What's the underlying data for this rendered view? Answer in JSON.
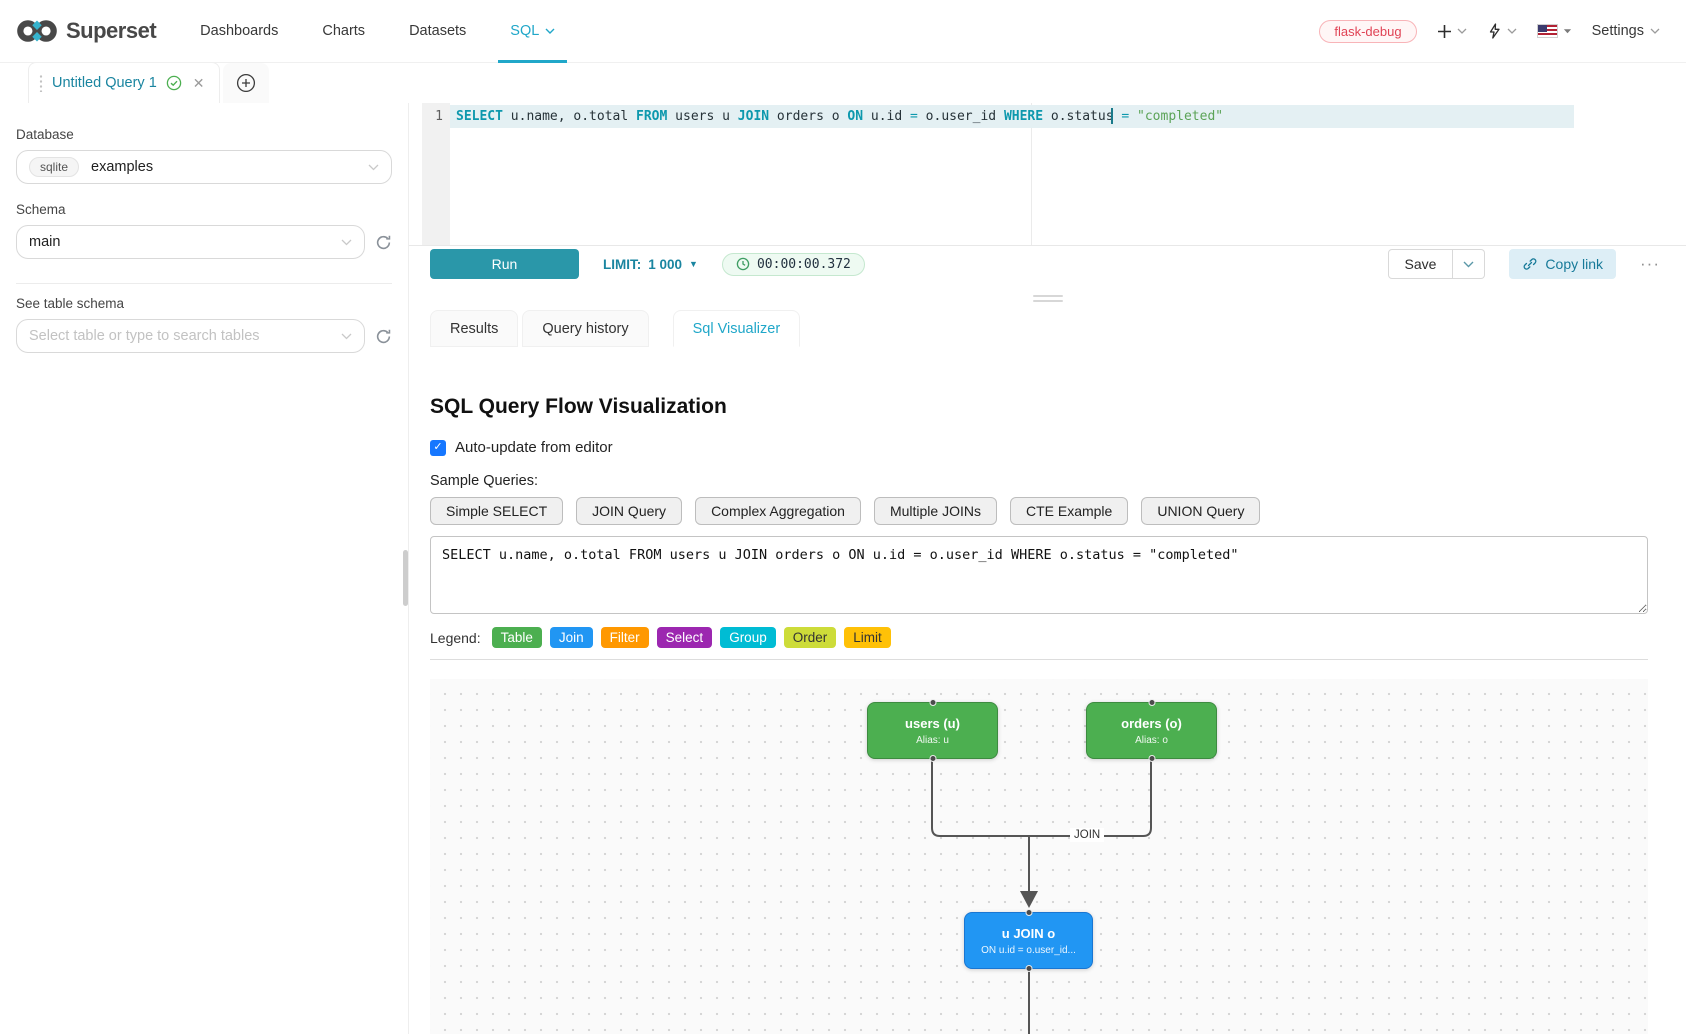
{
  "colors": {
    "accent": "#20a7c9",
    "accent_dark": "#1a85a0",
    "env_badge": "#e04355",
    "run_button": "#2a97a9",
    "timer_green": "#3e9d63",
    "checkbox_blue": "#1677ff"
  },
  "icons": {
    "logo": "superset-infinity-icon",
    "nav_caret": "chevron-down-icon",
    "plus": "plus-icon",
    "bolt": "lightning-icon",
    "flag": "us-flag-icon",
    "tab_drag": "drag-dots-icon",
    "tab_status": "check-circle-icon",
    "tab_close": "x-icon",
    "add_tab": "plus-circle-icon",
    "select_caret": "chevron-down-icon",
    "refresh": "refresh-icon",
    "timer_clock": "clock-icon",
    "limit_caret": "caret-down-icon",
    "save_caret": "chevron-down-icon",
    "copy_link": "link-icon",
    "more": "ellipsis-icon",
    "pane_grip": "drag-handle-icon"
  },
  "navbar": {
    "brand": "Superset",
    "items": [
      {
        "label": "Dashboards"
      },
      {
        "label": "Charts"
      },
      {
        "label": "Datasets"
      },
      {
        "label": "SQL",
        "active": true,
        "cls": "has-caret"
      }
    ],
    "env_badge": "flask-debug",
    "settings_label": "Settings"
  },
  "tabbar": {
    "title": "Untitled Query 1"
  },
  "sidebar": {
    "database_label": "Database",
    "database_engine": "sqlite",
    "database_value": "examples",
    "schema_label": "Schema",
    "schema_value": "main",
    "table_label": "See table schema",
    "table_placeholder": "Select table or type to search tables"
  },
  "editor": {
    "line_number": "1",
    "tokens": [
      {
        "text": "SELECT",
        "type": "kw"
      },
      {
        "text": " u.name, o.total ",
        "type": "id"
      },
      {
        "text": "FROM",
        "type": "kw"
      },
      {
        "text": " users u ",
        "type": "id"
      },
      {
        "text": "JOIN",
        "type": "kw"
      },
      {
        "text": " orders o ",
        "type": "id"
      },
      {
        "text": "ON",
        "type": "kw"
      },
      {
        "text": " u.id ",
        "type": "id"
      },
      {
        "text": "=",
        "type": "op"
      },
      {
        "text": " o.user_id ",
        "type": "id"
      },
      {
        "text": "WHERE",
        "type": "kw"
      },
      {
        "text": " o.status ",
        "type": "id"
      },
      {
        "text": "=",
        "type": "op"
      },
      {
        "text": " ",
        "type": "id"
      },
      {
        "text": "\"completed\"",
        "type": "str"
      }
    ]
  },
  "toolbar": {
    "run_label": "Run",
    "limit_label": "LIMIT:",
    "limit_value": "1 000",
    "timer": "00:00:00.372",
    "save_label": "Save",
    "copy_link_label": "Copy link",
    "more_label": "···"
  },
  "south_tabs": [
    {
      "label": "Results"
    },
    {
      "label": "Query history"
    },
    {
      "label": "Sql Visualizer",
      "active": true
    }
  ],
  "visualizer": {
    "title": "SQL Query Flow Visualization",
    "auto_update_label": "Auto-update from editor",
    "auto_update_checked": true,
    "checkmark": "✓",
    "sample_label": "Sample Queries:",
    "sample_buttons": [
      "Simple SELECT",
      "JOIN Query",
      "Complex Aggregation",
      "Multiple JOINs",
      "CTE Example",
      "UNION Query"
    ],
    "sql_text": "SELECT u.name, o.total FROM users u JOIN orders o ON u.id = o.user_id WHERE o.status = \"completed\"",
    "legend_label": "Legend:",
    "legend": [
      {
        "label": "Table",
        "color": "#4caf50",
        "text_color": "#ffffff"
      },
      {
        "label": "Join",
        "color": "#2196f3",
        "text_color": "#ffffff"
      },
      {
        "label": "Filter",
        "color": "#ff9800",
        "text_color": "#ffffff"
      },
      {
        "label": "Select",
        "color": "#9c27b0",
        "text_color": "#ffffff"
      },
      {
        "label": "Group",
        "color": "#00bcd4",
        "text_color": "#ffffff"
      },
      {
        "label": "Order",
        "color": "#cddc39",
        "text_color": "#333333"
      },
      {
        "label": "Limit",
        "color": "#ffc107",
        "text_color": "#333333"
      }
    ],
    "diagram": {
      "tables": [
        {
          "title": "users (u)",
          "subtitle": "Alias: u"
        },
        {
          "title": "orders (o)",
          "subtitle": "Alias: o"
        }
      ],
      "join_node": {
        "title": "u JOIN o",
        "subtitle": "ON u.id = o.user_id..."
      },
      "edge_label": "JOIN",
      "node_colors": {
        "table": "#4caf50",
        "join": "#2196f3"
      },
      "edge_color": "#555555"
    }
  }
}
